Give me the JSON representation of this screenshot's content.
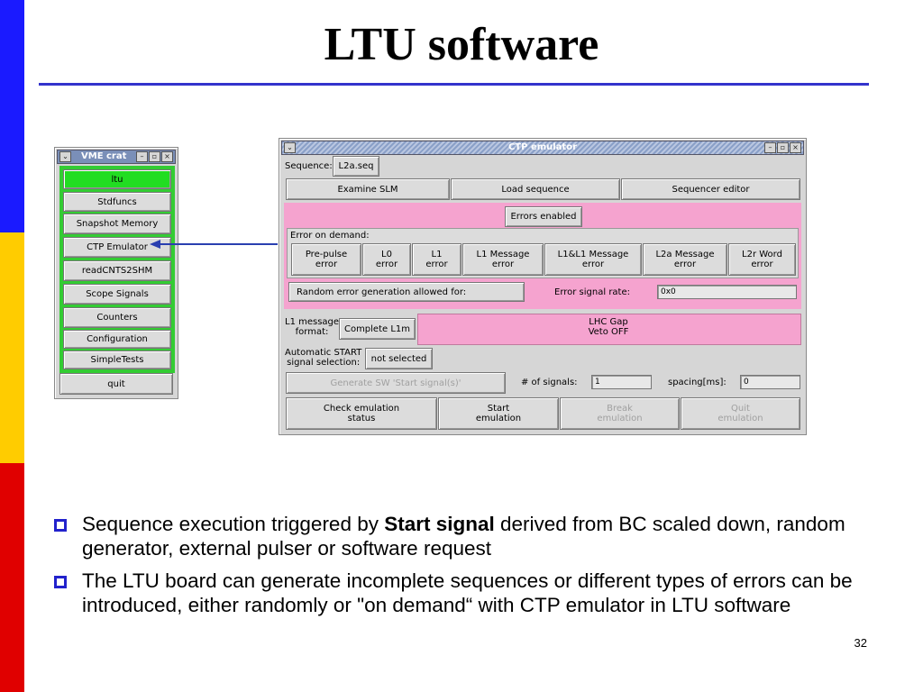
{
  "slide": {
    "title": "LTU software",
    "page_number": "32",
    "bullets": [
      {
        "pre": "Sequence execution triggered by ",
        "bold": "Start signal",
        "post": " derived from BC scaled down, random generator, external pulser or software request"
      },
      {
        "pre": "The LTU board can generate incomplete sequences or different types of errors can be introduced, either randomly or \"on demand“ with CTP emulator in LTU software",
        "bold": "",
        "post": ""
      }
    ]
  },
  "vme_window": {
    "title": "VME crat",
    "buttons": [
      "ltu",
      "Stdfuncs",
      "Snapshot Memory",
      "CTP Emulator",
      "readCNTS2SHM",
      "Scope Signals",
      "Counters",
      "Configuration",
      "SimpleTests"
    ],
    "quit_label": "quit"
  },
  "ctp_window": {
    "title": "CTP emulator",
    "sequence_label": "Sequence:",
    "sequence_value": "L2a.seq",
    "examine_slm": "Examine SLM",
    "load_sequence": "Load sequence",
    "sequencer_editor": "Sequencer editor",
    "errors_enabled": "Errors enabled",
    "error_on_demand_label": "Error on demand:",
    "error_buttons": [
      "Pre-pulse\nerror",
      "L0\nerror",
      "L1\nerror",
      "L1 Message\nerror",
      "L1&L1 Message\nerror",
      "L2a Message\nerror",
      "L2r Word\nerror"
    ],
    "random_error_button": "Random error generation allowed for:",
    "error_rate_label": "Error signal rate:",
    "error_rate_value": "0x0",
    "l1_message_format_label": "L1 message\nformat:",
    "l1_message_format_value": "Complete L1m",
    "lhc_gap_label": "LHC Gap\nVeto OFF",
    "auto_start_label": "Automatic START\nsignal selection:",
    "auto_start_value": "not selected",
    "generate_button": "Generate SW 'Start signal(s)'",
    "num_signals_label": "# of signals:",
    "num_signals_value": "1",
    "spacing_label": "spacing[ms]:",
    "spacing_value": "0",
    "check_button": "Check emulation\nstatus",
    "start_button": "Start\nemulation",
    "break_button": "Break\nemulation",
    "quit_button": "Quit\nemulation"
  },
  "colors": {
    "stripe_blue": "#1a1aff",
    "stripe_yellow": "#ffcc00",
    "stripe_red": "#e00000",
    "title_rule": "#3333cc",
    "highlight_green": "#33cc33",
    "pink_panel": "#f5a3cf"
  }
}
